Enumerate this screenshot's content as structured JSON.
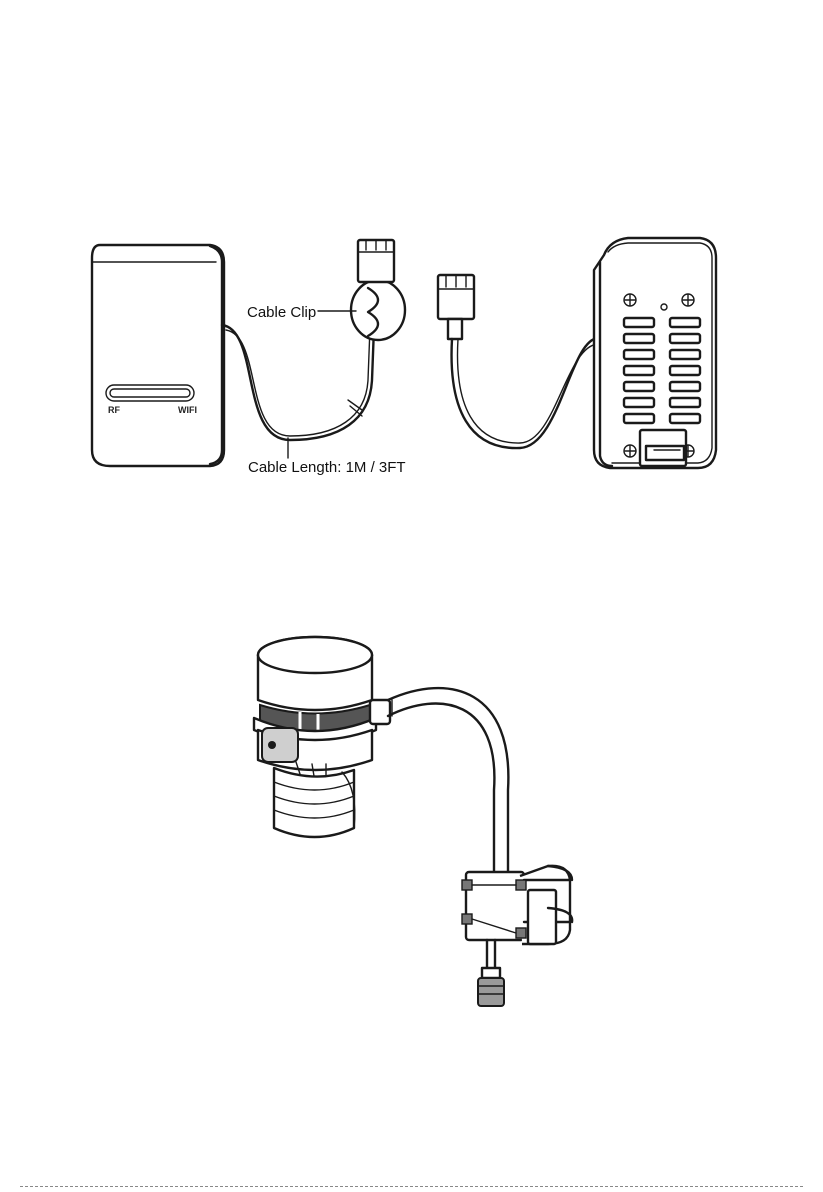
{
  "labels": {
    "cable_clip": "Cable Clip",
    "cable_length": "Cable Length: 1M / 3FT",
    "rf": "RF",
    "wifi": "WIFI"
  }
}
